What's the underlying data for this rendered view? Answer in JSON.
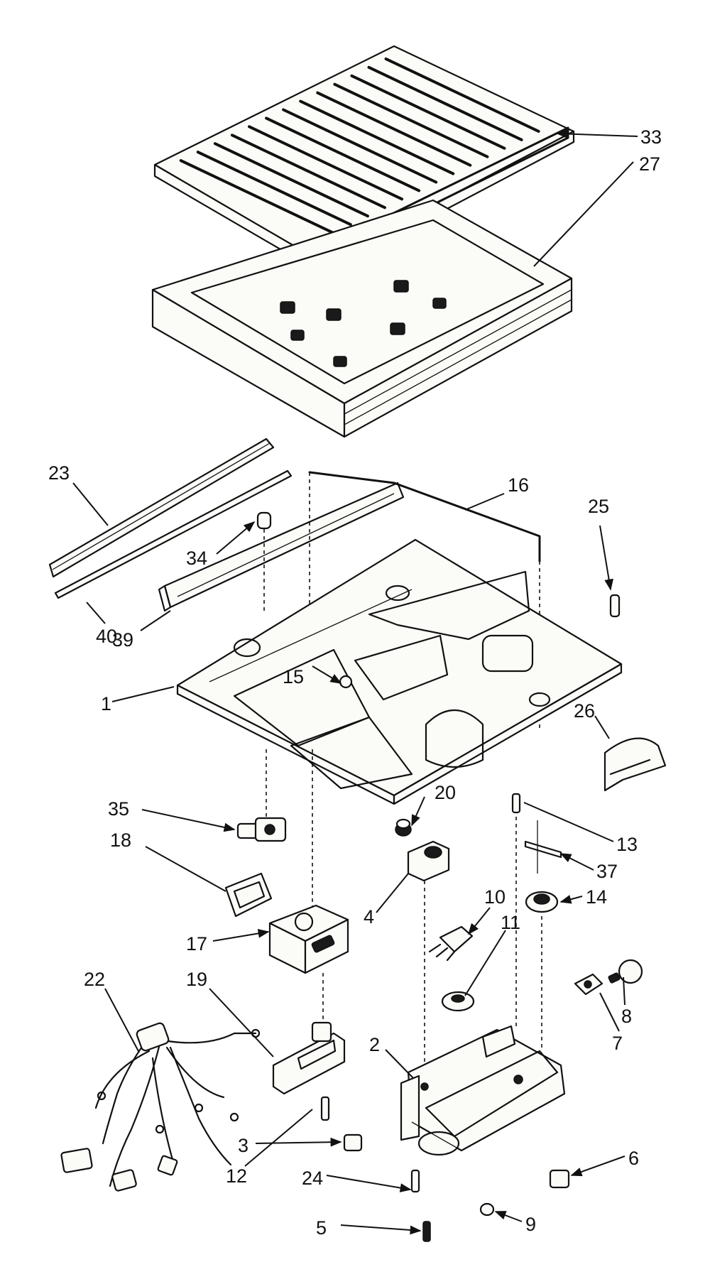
{
  "callouts": {
    "c1": "1",
    "c2": "2",
    "c3": "3",
    "c4": "4",
    "c5": "5",
    "c6": "6",
    "c7": "7",
    "c8": "8",
    "c9": "9",
    "c10": "10",
    "c11": "11",
    "c12": "12",
    "c13": "13",
    "c14": "14",
    "c15": "15",
    "c16": "16",
    "c17": "17",
    "c18": "18",
    "c19": "19",
    "c20": "20",
    "c22": "22",
    "c23": "23",
    "c24": "24",
    "c25": "25",
    "c26": "26",
    "c27": "27",
    "c33": "33",
    "c34": "34",
    "c35": "35",
    "c37": "37",
    "c39": "39",
    "c40": "40"
  }
}
